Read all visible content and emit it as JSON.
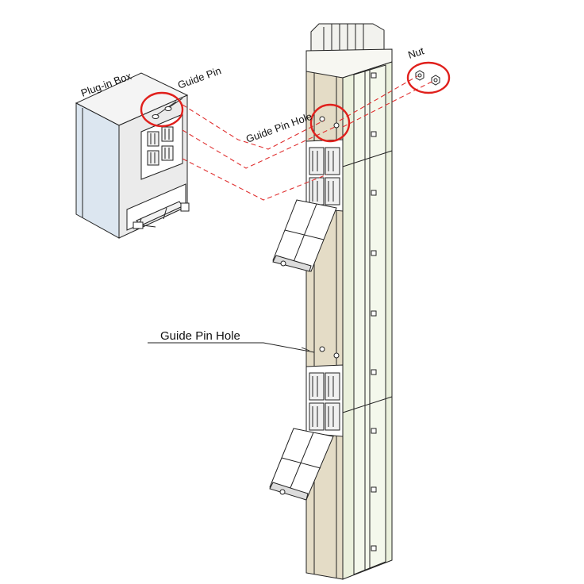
{
  "labels": {
    "plugin_box": "Plug-in Box",
    "guide_pin": "Guide Pin",
    "nut": "Nut",
    "guide_pin_hole_top": "Guide Pin Hole",
    "guide_pin_hole_mid": "Guide Pin Hole"
  },
  "colors": {
    "busway_face": "#e4dcc6",
    "busway_side": "#eaf0dc",
    "box_front": "#ebebeb",
    "box_side": "#dce6f0",
    "highlight_circle": "#e0201c",
    "leader_dash": "#e03030",
    "outline": "#222222"
  }
}
